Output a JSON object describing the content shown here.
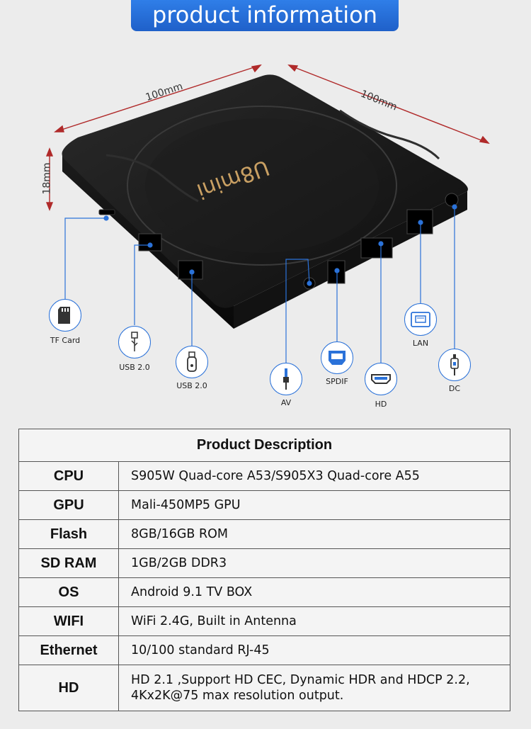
{
  "banner": {
    "title": "product information"
  },
  "dimensions": {
    "width": "100mm",
    "depth": "100mm",
    "height": "18mm"
  },
  "device": {
    "logo": "U8mini"
  },
  "ports": [
    {
      "id": "tf",
      "label": "TF Card",
      "icon": "sd-card-icon"
    },
    {
      "id": "usb1",
      "label": "USB 2.0",
      "icon": "usb-icon"
    },
    {
      "id": "usb2",
      "label": "USB 2.0",
      "icon": "usb-stick-icon"
    },
    {
      "id": "av",
      "label": "AV",
      "icon": "audio-jack-icon"
    },
    {
      "id": "spdif",
      "label": "SPDIF",
      "icon": "optical-port-icon"
    },
    {
      "id": "hd",
      "label": "HD",
      "icon": "hdmi-icon"
    },
    {
      "id": "lan",
      "label": "LAN",
      "icon": "ethernet-icon"
    },
    {
      "id": "dc",
      "label": "DC",
      "icon": "dc-power-icon"
    }
  ],
  "spec": {
    "title": "Product Description",
    "rows": [
      {
        "key": "CPU",
        "value": "S905W Quad-core A53/S905X3 Quad-core A55"
      },
      {
        "key": "GPU",
        "value": "Mali-450MP5 GPU"
      },
      {
        "key": "Flash",
        "value": "8GB/16GB ROM"
      },
      {
        "key": "SD RAM",
        "value": "1GB/2GB DDR3"
      },
      {
        "key": "OS",
        "value": "Android 9.1 TV BOX"
      },
      {
        "key": "WIFI",
        "value": "WiFi 2.4G, Built in Antenna"
      },
      {
        "key": "Ethernet",
        "value": "10/100 standard RJ-45"
      },
      {
        "key": "HD",
        "value": "HD 2.1 ,Support HD CEC, Dynamic HDR and HDCP 2.2,",
        "value2": "4Kx2K@75 max resolution output."
      }
    ]
  },
  "colors": {
    "accent": "#2b72d9",
    "banner": "#2567d6",
    "device": "#151515",
    "logo": "#c9a063"
  }
}
